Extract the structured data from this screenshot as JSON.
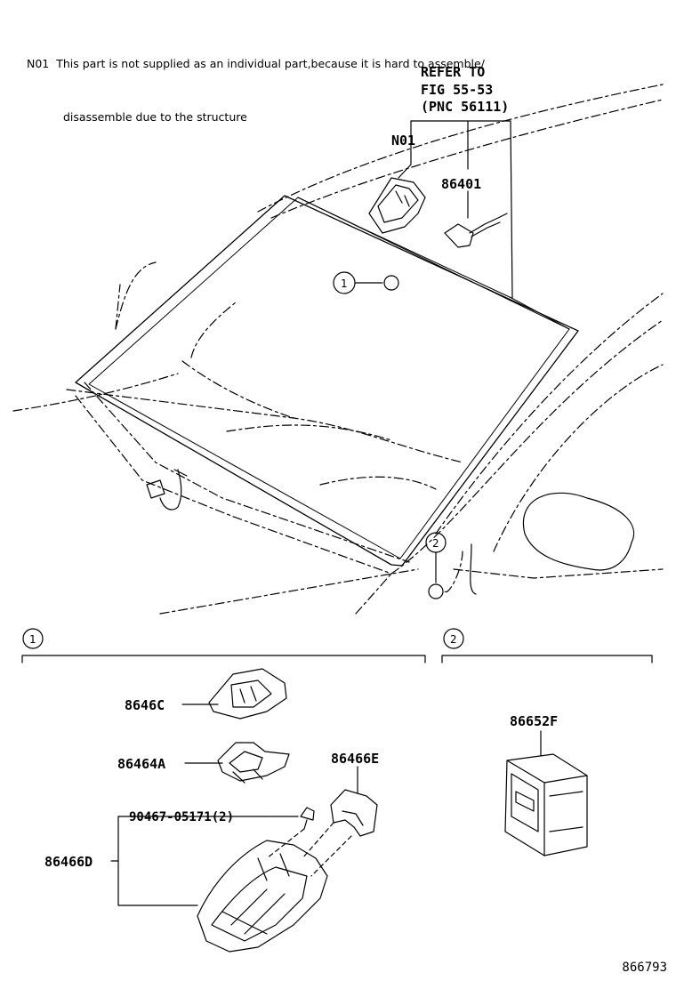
{
  "note": {
    "code": "N01",
    "text_line1": "This part is not supplied as an individual part,because it is hard to assemble/",
    "text_line2": "disassemble due to the structure"
  },
  "refer": {
    "line1": "REFER TO",
    "line2": "FIG 55-53",
    "line3": "(PNC 56111)"
  },
  "callouts": {
    "n01": "N01",
    "p86401": "86401",
    "p8646C": "8646C",
    "p86464A": "86464A",
    "p86466E": "86466E",
    "p90467": "90467-05171(2)",
    "p86466D": "86466D",
    "p86652F": "86652F"
  },
  "circles": {
    "one": "1",
    "two": "2"
  },
  "diagram_id": "866793"
}
